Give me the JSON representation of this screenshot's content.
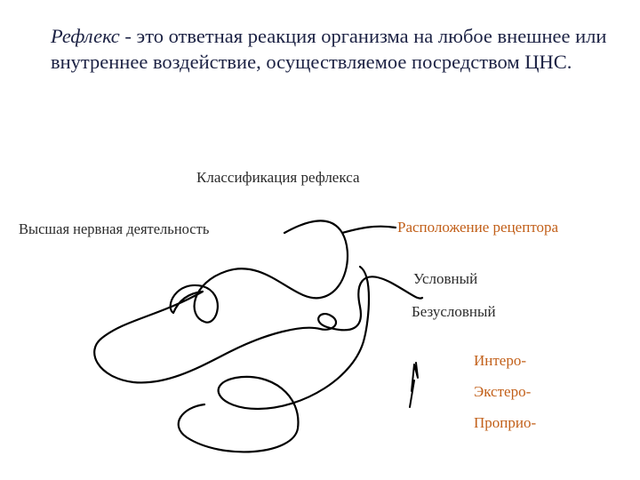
{
  "definition": {
    "term": "Рефлекс",
    "text": " - это ответная реакция организма на любое внешнее или внутреннее воздействие, осуществляемое посредством ЦНС."
  },
  "diagram": {
    "title": "Классификация рефлекса",
    "criteria": {
      "higher_nervous_activity": "Высшая нервная деятельность",
      "receptor_location": "Расположение рецептора"
    },
    "hnd_types": [
      "Условный",
      "Безусловный"
    ],
    "receptor_types": [
      "Интеро-",
      "Экстеро-",
      "Проприо-"
    ]
  },
  "colors": {
    "definition_text": "#1c2244",
    "label_text": "#2b2b2b",
    "accent": "#c2601a",
    "stroke": "#000000"
  }
}
